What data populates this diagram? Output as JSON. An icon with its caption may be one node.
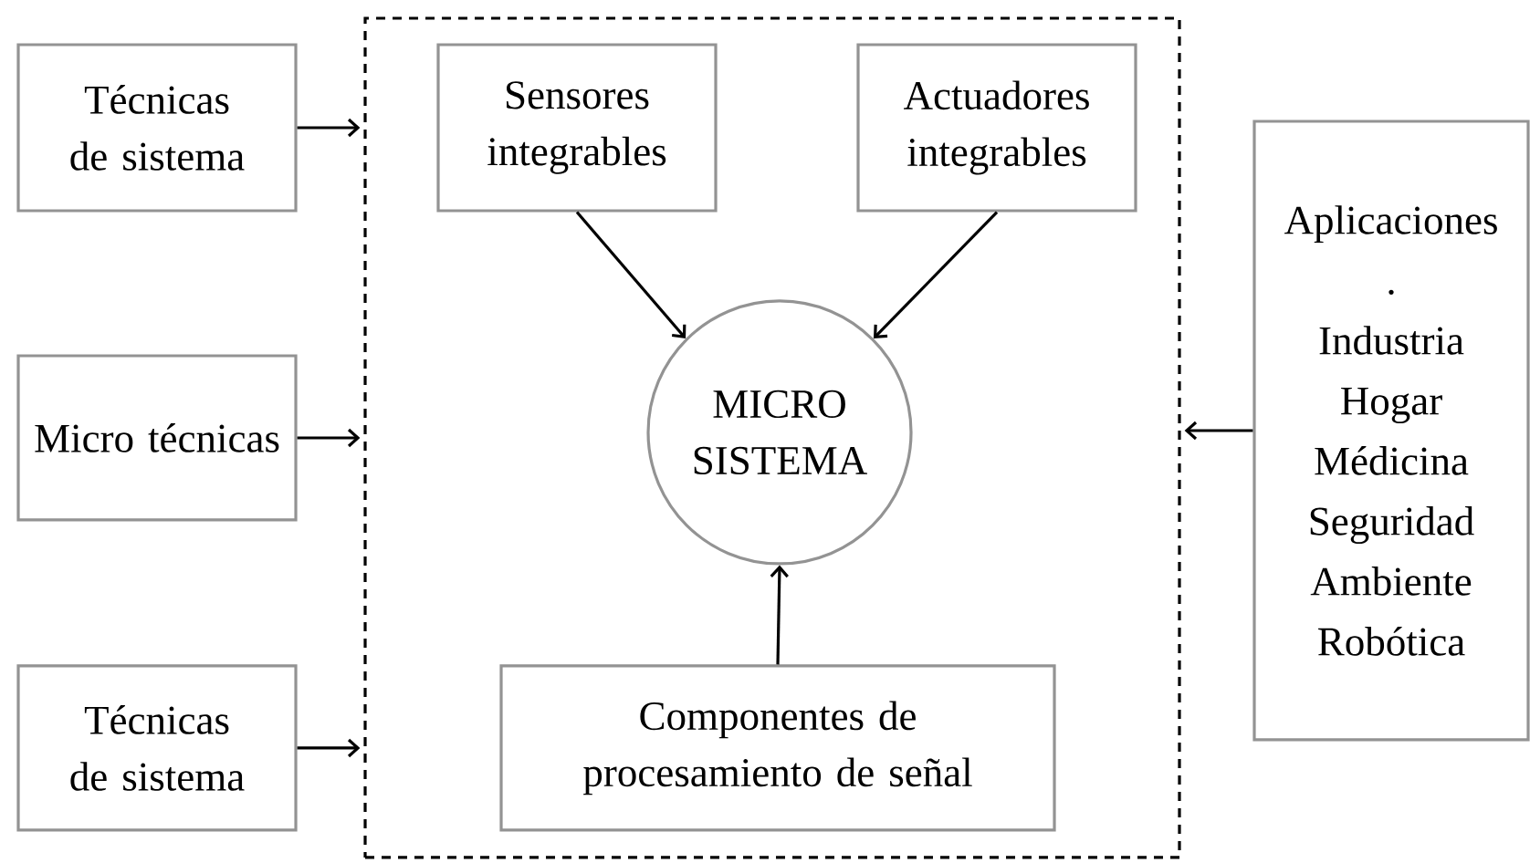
{
  "diagram": {
    "nodes": [
      {
        "text": [],
        "shape": "box"
      },
      {
        "text": [
          "Técnicas de sistema"
        ]
      },
      {
        "text": [
          "Micro técnicas"
        ]
      },
      {
        "text": [
          "Técnicas de sistema"
        ]
      },
      {
        "text": [
          "Sensores integrables"
        ],
        "in": 0
      },
      {
        "text": [
          "Actuadores integrables"
        ],
        "in": 0
      },
      {
        "text": [
          "MICRO SISTEMA"
        ],
        "in": 0
      },
      {
        "text": [
          "Componentes de procesamiento de señal"
        ],
        "in": 0
      },
      {
        "text": [
          "Aplicaciones",
          ".",
          "Industria",
          "Hogar",
          "Médicina",
          "Seguridad",
          "Ambiente",
          "Robótica"
        ]
      }
    ],
    "edges": [
      {
        "from": 1,
        "to": 0,
        "arrow": "to"
      },
      {
        "from": 2,
        "to": 0,
        "arrow": "to"
      },
      {
        "from": 3,
        "to": 0,
        "arrow": "to"
      },
      {
        "from": 4,
        "to": 6,
        "arrow": "to"
      },
      {
        "from": 5,
        "to": 6,
        "arrow": "to"
      },
      {
        "from": 7,
        "to": 6,
        "arrow": "to"
      },
      {
        "from": 8,
        "to": 0,
        "arrow": "to"
      }
    ]
  }
}
